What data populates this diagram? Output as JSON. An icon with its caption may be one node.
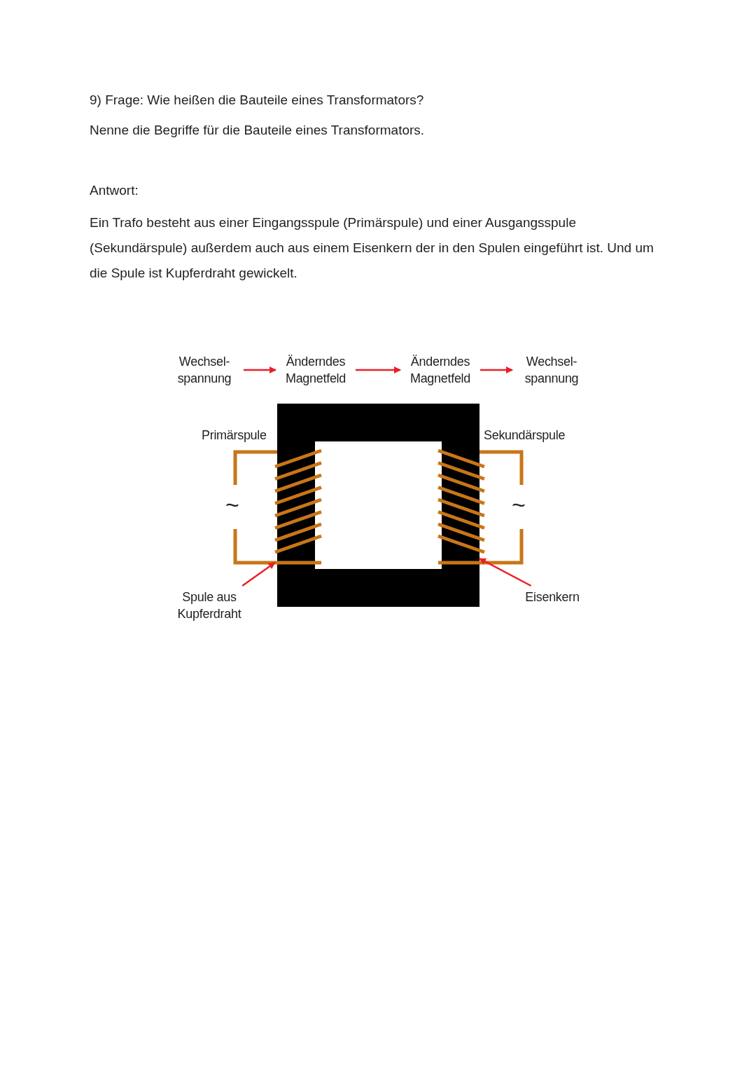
{
  "diagram": {
    "title": "9) Frage: Wie heißen die Bauteile eines Transformators?",
    "nodes": [
      {
        "text": [
          "Wechsel- spannung"
        ]
      },
      {
        "text": [
          "Änderndes Magnetfeld"
        ]
      },
      {
        "text": [
          "Änderndes Magnetfeld"
        ]
      },
      {
        "text": [
          "Wechsel- spannung"
        ]
      },
      {
        "text": [
          "Spule aus Kupferdraht"
        ]
      },
      {
        "text": [],
        "shape": "coil"
      },
      {
        "text": [
          "Eisenkern"
        ]
      },
      {
        "text": [],
        "shape": "box"
      }
    ],
    "edges": [
      {
        "from": 0,
        "to": 1,
        "arrow": "to"
      },
      {
        "from": 1,
        "to": 2,
        "arrow": "to"
      },
      {
        "from": 2,
        "to": 3,
        "arrow": "to"
      },
      {
        "from": 4,
        "to": 5,
        "arrow": "to"
      },
      {
        "from": 6,
        "to": 7,
        "arrow": "to"
      }
    ],
    "labels": [
      "Nenne die Begriffe für die Bauteile eines Transformators.",
      "Antwort:",
      "Ein Trafo besteht aus einer Eingangsspule (Primärspule) und einer Ausgangsspule (Sekundärspule) außerdem auch aus einem Eisenkern der in den Spulen eingeführt ist. Und um die Spule ist Kupferdraht gewickelt.",
      "Primärspule",
      "Sekundärspule",
      "~",
      "~"
    ]
  }
}
